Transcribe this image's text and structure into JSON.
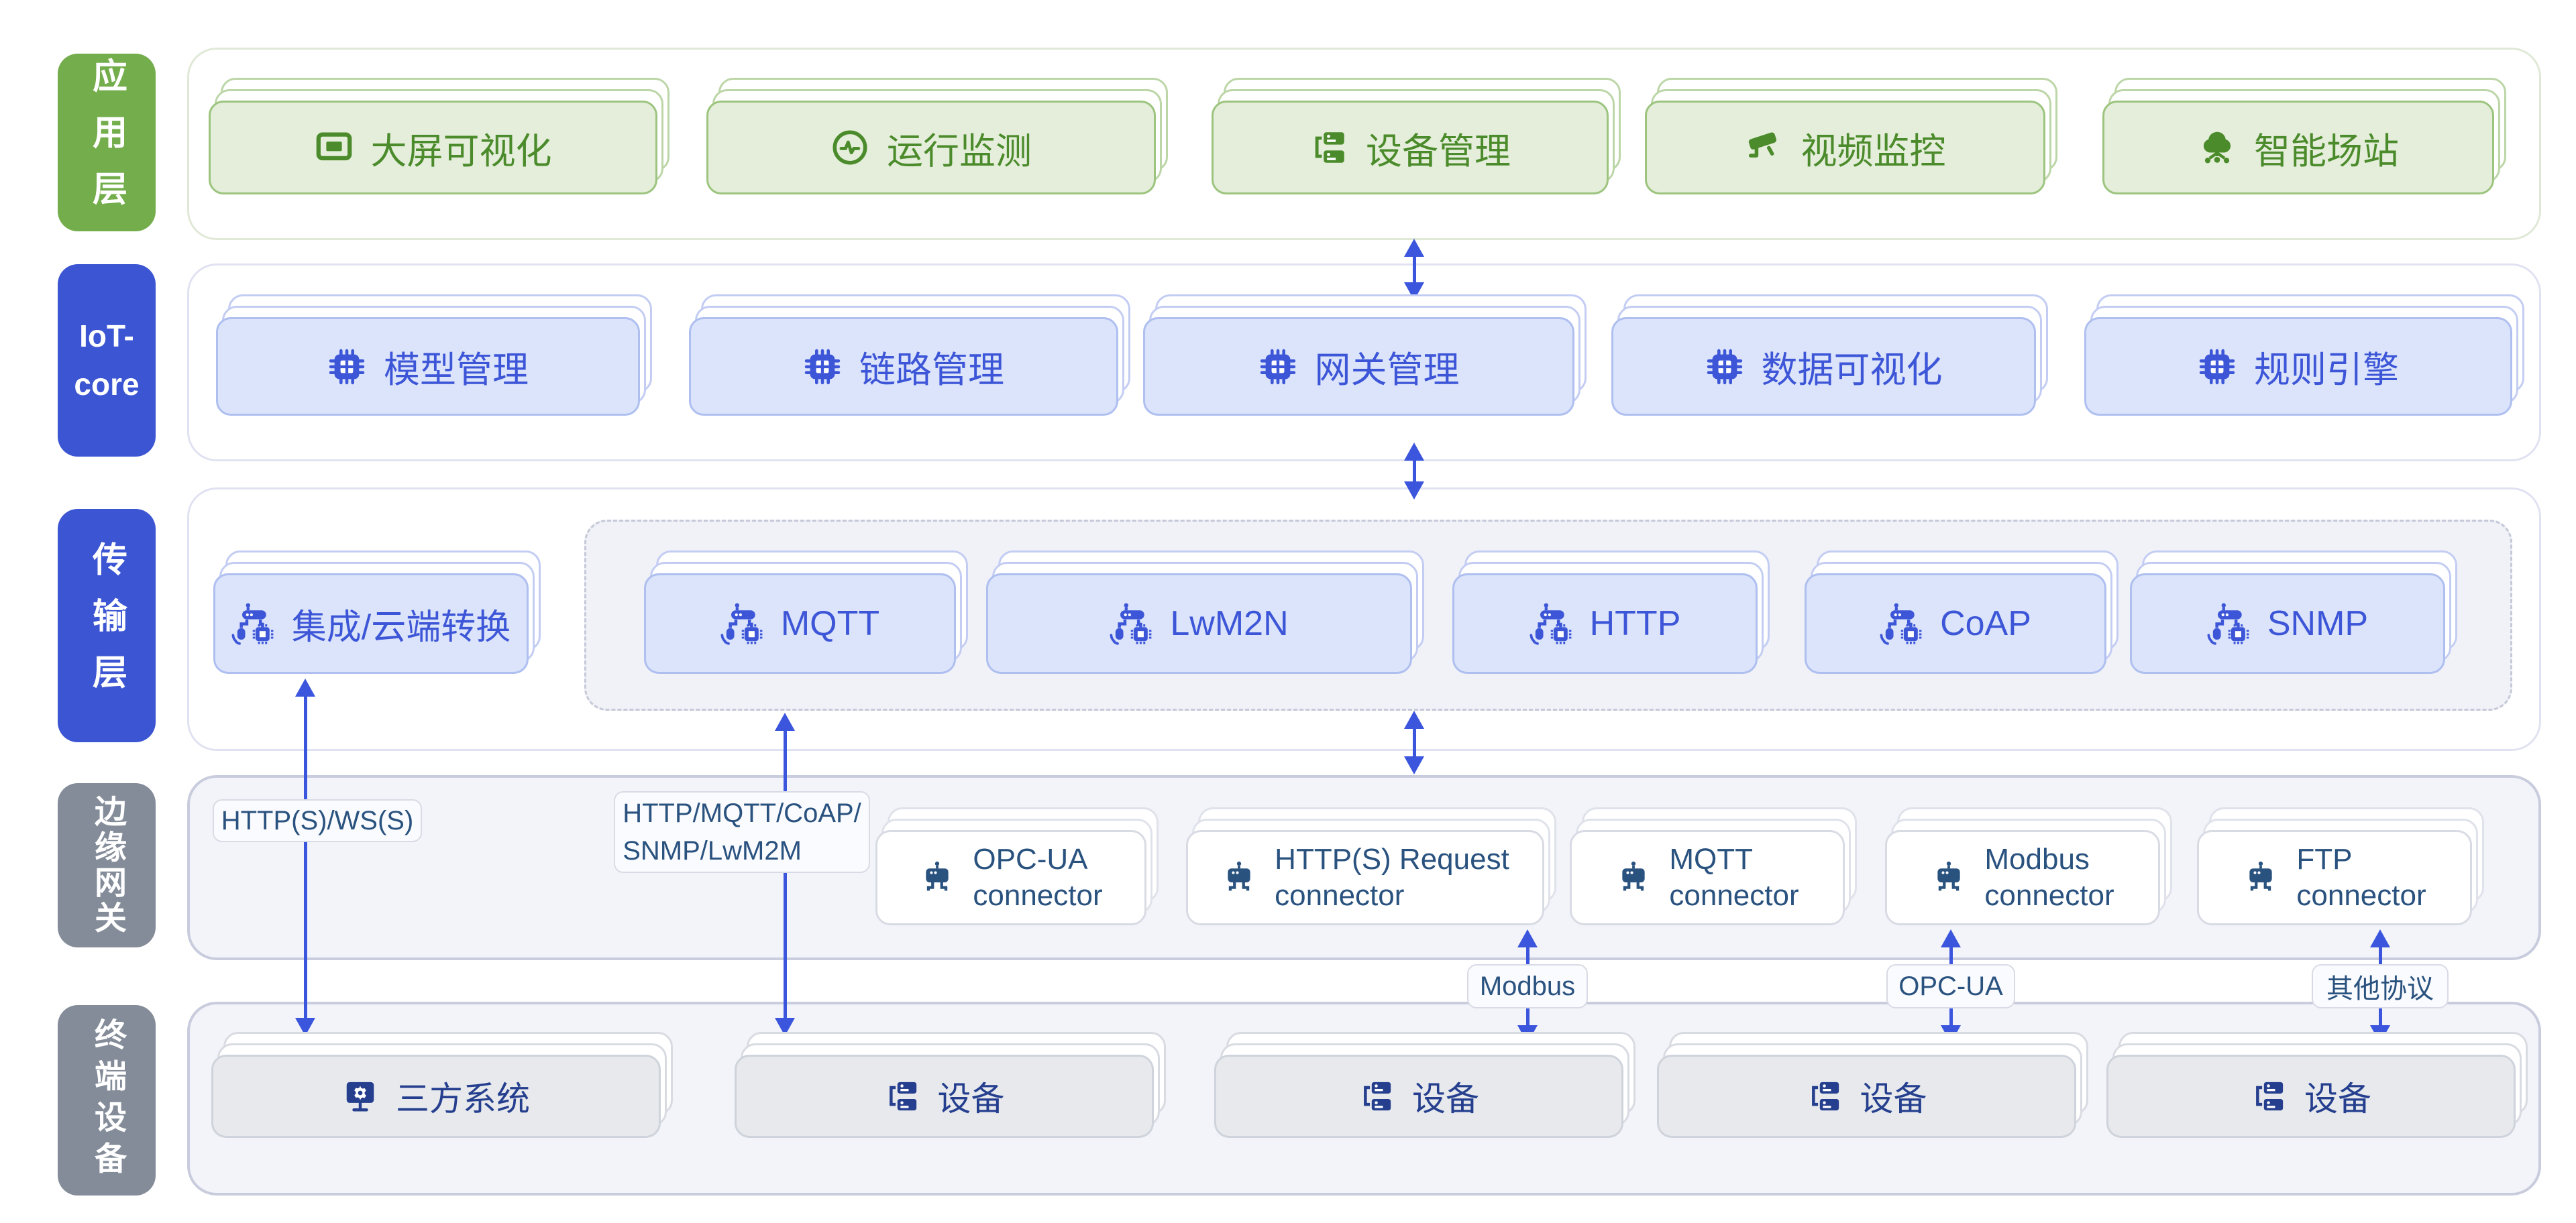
{
  "colors": {
    "green_accent": "#74ad4c",
    "green_text": "#4b8b2b",
    "green_card_bg": "#e4eeda",
    "blue_accent": "#3c55d2",
    "blue_text": "#3d56d8",
    "blue_card_bg": "#dbe4fa",
    "gray_accent": "#848c99",
    "navy_text": "#2a527f",
    "indigo_text": "#253f8e",
    "arrow": "#3b56dd",
    "layer_gray_bg": "#f3f4f9"
  },
  "layers": [
    {
      "id": "app",
      "label": "应用层",
      "items": [
        {
          "icon": "screen-icon",
          "label": "大屏可视化"
        },
        {
          "icon": "monitor-pulse-icon",
          "label": "运行监测"
        },
        {
          "icon": "server-nodes-icon",
          "label": "设备管理"
        },
        {
          "icon": "camera-icon",
          "label": "视频监控"
        },
        {
          "icon": "smart-station-icon",
          "label": "智能场站"
        }
      ]
    },
    {
      "id": "iot-core",
      "label": "IoT-core",
      "items": [
        {
          "icon": "chip-icon",
          "label": "模型管理"
        },
        {
          "icon": "chip-icon",
          "label": "链路管理"
        },
        {
          "icon": "chip-icon",
          "label": "网关管理"
        },
        {
          "icon": "chip-icon",
          "label": "数据可视化"
        },
        {
          "icon": "chip-icon",
          "label": "规则引擎"
        }
      ]
    },
    {
      "id": "transport",
      "label": "传输层",
      "standalone": {
        "icon": "gateway-icon",
        "label": "集成/云端转换"
      },
      "dashed_items": [
        {
          "icon": "gateway-icon",
          "label": "MQTT"
        },
        {
          "icon": "gateway-icon",
          "label": "LwM2N"
        },
        {
          "icon": "gateway-icon",
          "label": "HTTP"
        },
        {
          "icon": "gateway-icon",
          "label": "CoAP"
        },
        {
          "icon": "gateway-icon",
          "label": "SNMP"
        }
      ]
    },
    {
      "id": "edge",
      "label": "边缘网关",
      "inbound": [
        {
          "text": "HTTP(S)/WS(S)"
        },
        {
          "line1": "HTTP/MQTT/CoAP/",
          "line2": "SNMP/LwM2M"
        }
      ],
      "items": [
        {
          "icon": "connector-icon",
          "line1": "OPC-UA",
          "line2": "connector"
        },
        {
          "icon": "connector-icon",
          "line1": "HTTP(S) Request",
          "line2": "connector"
        },
        {
          "icon": "connector-icon",
          "line1": "MQTT",
          "line2": "connector"
        },
        {
          "icon": "connector-icon",
          "line1": "Modbus",
          "line2": "connector"
        },
        {
          "icon": "connector-icon",
          "line1": "FTP",
          "line2": "connector"
        }
      ]
    },
    {
      "id": "terminal",
      "label": "终端设备",
      "items": [
        {
          "icon": "system-icon",
          "label": "三方系统"
        },
        {
          "icon": "server-nodes-icon",
          "label": "设备"
        },
        {
          "icon": "server-nodes-icon",
          "label": "设备"
        },
        {
          "icon": "server-nodes-icon",
          "label": "设备"
        },
        {
          "icon": "server-nodes-icon",
          "label": "设备"
        }
      ]
    }
  ],
  "connection_labels": {
    "modbus": "Modbus",
    "opc_ua": "OPC-UA",
    "other": "其他协议"
  }
}
